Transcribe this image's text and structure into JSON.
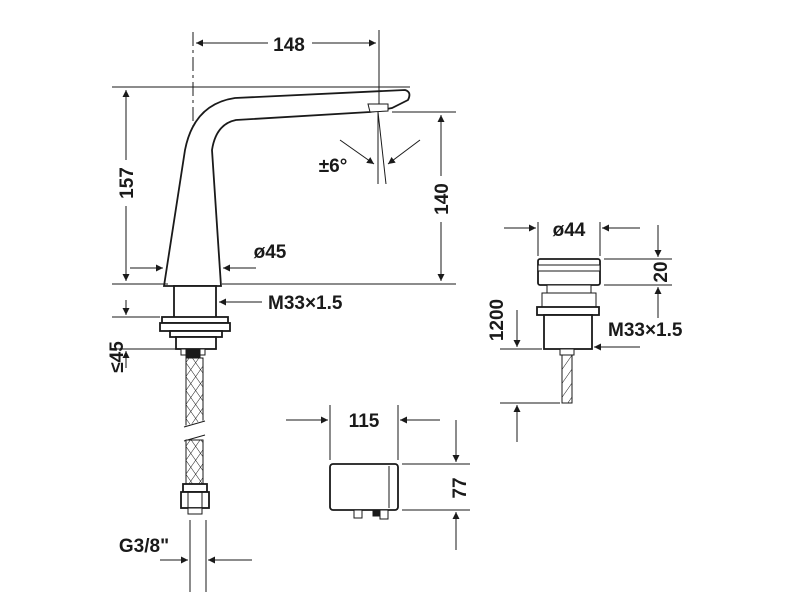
{
  "drawing": {
    "spout_width": "148",
    "spout_height_total": "157",
    "outlet_height": "140",
    "spout_angle": "±6°",
    "body_diameter": "ø45",
    "thread_main": "M33×1.5",
    "mount_thickness_max": "≤45",
    "hose_connection": "G3/8\"",
    "control_box_width": "115",
    "control_box_height": "77",
    "sensor_diameter": "ø44",
    "sensor_height": "20",
    "cable_length": "1200",
    "thread_sensor": "M33×1.5"
  }
}
